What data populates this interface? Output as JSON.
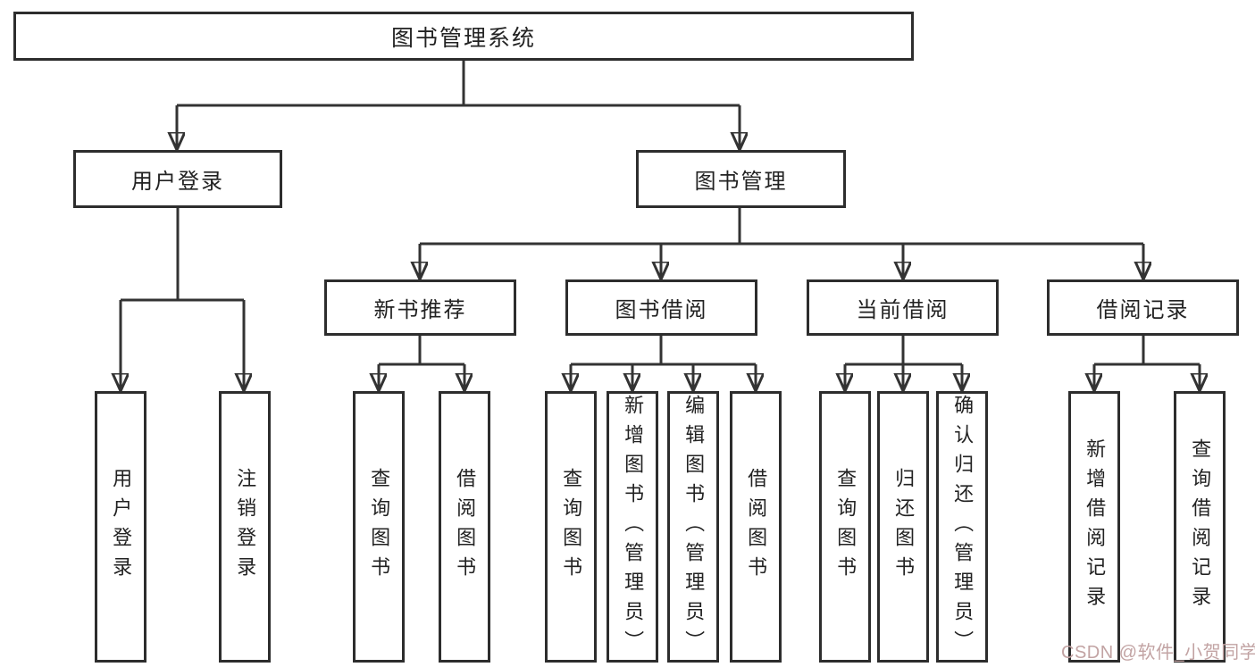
{
  "nodes": {
    "root": "图书管理系统",
    "user_login": "用户登录",
    "book_management": "图书管理",
    "new_book_recommend": "新书推荐",
    "book_borrow": "图书借阅",
    "current_borrow": "当前借阅",
    "borrow_record": "借阅记录",
    "user_login_leaf": "用户登录",
    "logout_leaf": "注销登录",
    "nbr_query_book": "查询图书",
    "nbr_borrow_book": "借阅图书",
    "bb_query_book": "查询图书",
    "bb_add_book": "新增图书（管理员）",
    "bb_edit_book": "编辑图书（管理员）",
    "bb_borrow_book": "借阅图书",
    "cb_query_book": "查询图书",
    "cb_return_book": "归还图书",
    "cb_confirm_return": "确认归还（管理员）",
    "br_add_record": "新增借阅记录",
    "br_query_record": "查询借阅记录"
  },
  "hierarchy": {
    "图书管理系统": [
      "用户登录",
      "图书管理"
    ],
    "用户登录": [
      "用户登录",
      "注销登录"
    ],
    "图书管理": [
      "新书推荐",
      "图书借阅",
      "当前借阅",
      "借阅记录"
    ],
    "新书推荐": [
      "查询图书",
      "借阅图书"
    ],
    "图书借阅": [
      "查询图书",
      "新增图书（管理员）",
      "编辑图书（管理员）",
      "借阅图书"
    ],
    "当前借阅": [
      "查询图书",
      "归还图书",
      "确认归还（管理员）"
    ],
    "借阅记录": [
      "新增借阅记录",
      "查询借阅记录"
    ]
  },
  "watermark": "CSDN @软件_小贺同学",
  "colors": {
    "line": "#333333",
    "box_border": "#2d2d2d",
    "text": "#222222",
    "watermark": "#c2a3a3",
    "background": "#ffffff"
  }
}
